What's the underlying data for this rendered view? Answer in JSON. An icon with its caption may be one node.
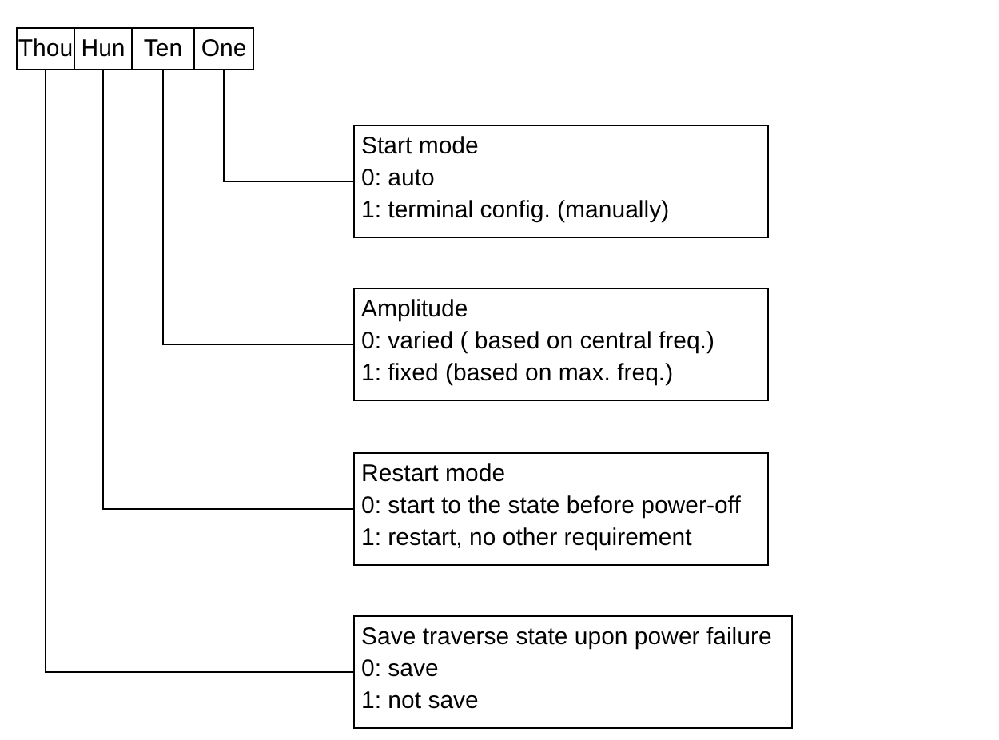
{
  "diagram": {
    "nodes": [
      {
        "text": [
          "Thou"
        ]
      },
      {
        "text": [
          "Hun"
        ]
      },
      {
        "text": [
          "Ten"
        ]
      },
      {
        "text": [
          "One"
        ]
      },
      {
        "text": [
          "Start mode",
          "0: auto",
          "1: terminal config. (manually)"
        ]
      },
      {
        "text": [
          "Amplitude",
          "0: varied ( based on central freq.)",
          "1: fixed (based on max. freq.)"
        ]
      },
      {
        "text": [
          "Restart mode",
          "0: start to the state before power-off",
          "1: restart, no other requirement"
        ]
      },
      {
        "text": [
          "Save traverse state upon power failure",
          "0: save",
          "1: not save"
        ]
      }
    ],
    "edges": [
      {
        "from": 3,
        "to": 4,
        "arrow": "none"
      },
      {
        "from": 2,
        "to": 5,
        "arrow": "none"
      },
      {
        "from": 1,
        "to": 6,
        "arrow": "none"
      },
      {
        "from": 0,
        "to": 7,
        "arrow": "none"
      }
    ]
  }
}
